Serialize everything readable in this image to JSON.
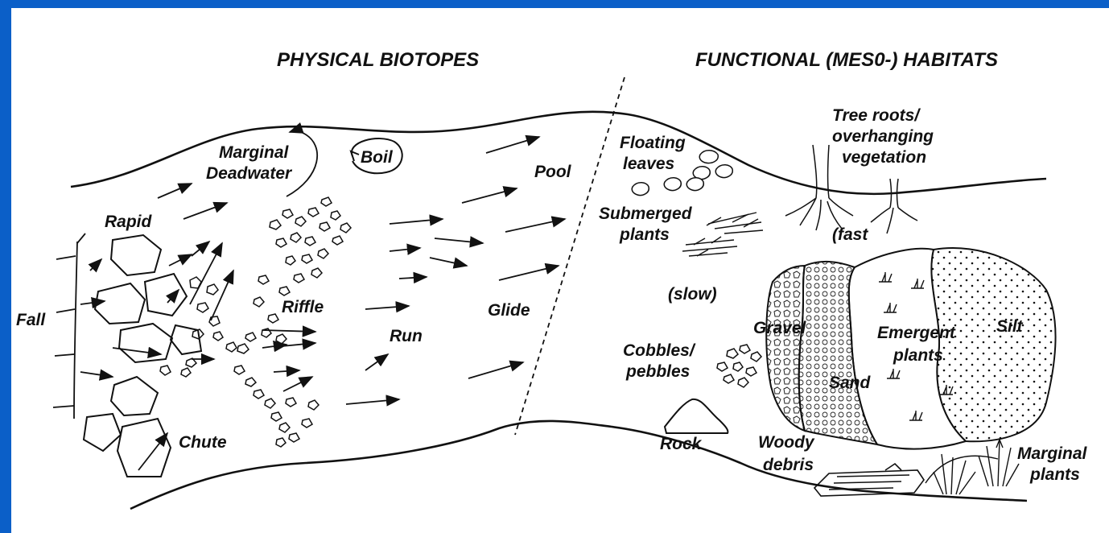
{
  "headings": {
    "physical": "PHYSICAL BIOTOPES",
    "functional": "FUNCTIONAL (MES0-) HABITATS"
  },
  "physical_biotopes": {
    "marginal": "Marginal",
    "deadwater": "Deadwater",
    "boil": "Boil",
    "pool": "Pool",
    "rapid": "Rapid",
    "fall": "Fall",
    "riffle": "Riffle",
    "run": "Run",
    "glide": "Glide",
    "chute": "Chute"
  },
  "functional_habitats": {
    "floating": "Floating",
    "leaves": "leaves",
    "tree_roots": "Tree roots/",
    "overhanging": "overhanging",
    "vegetation": "vegetation",
    "submerged": "Submerged",
    "plants": "plants",
    "fast": "(fast",
    "slow": "(slow)",
    "gravel": "Gravel",
    "emergent": "Emergent",
    "emergent_plants": "plants",
    "silt": "Silt",
    "cobbles": "Cobbles/",
    "pebbles": "pebbles",
    "sand": "Sand",
    "rock": "Rock",
    "woody": "Woody",
    "debris": "debris",
    "marginal_plants_1": "Marginal",
    "marginal_plants_2": "plants"
  }
}
